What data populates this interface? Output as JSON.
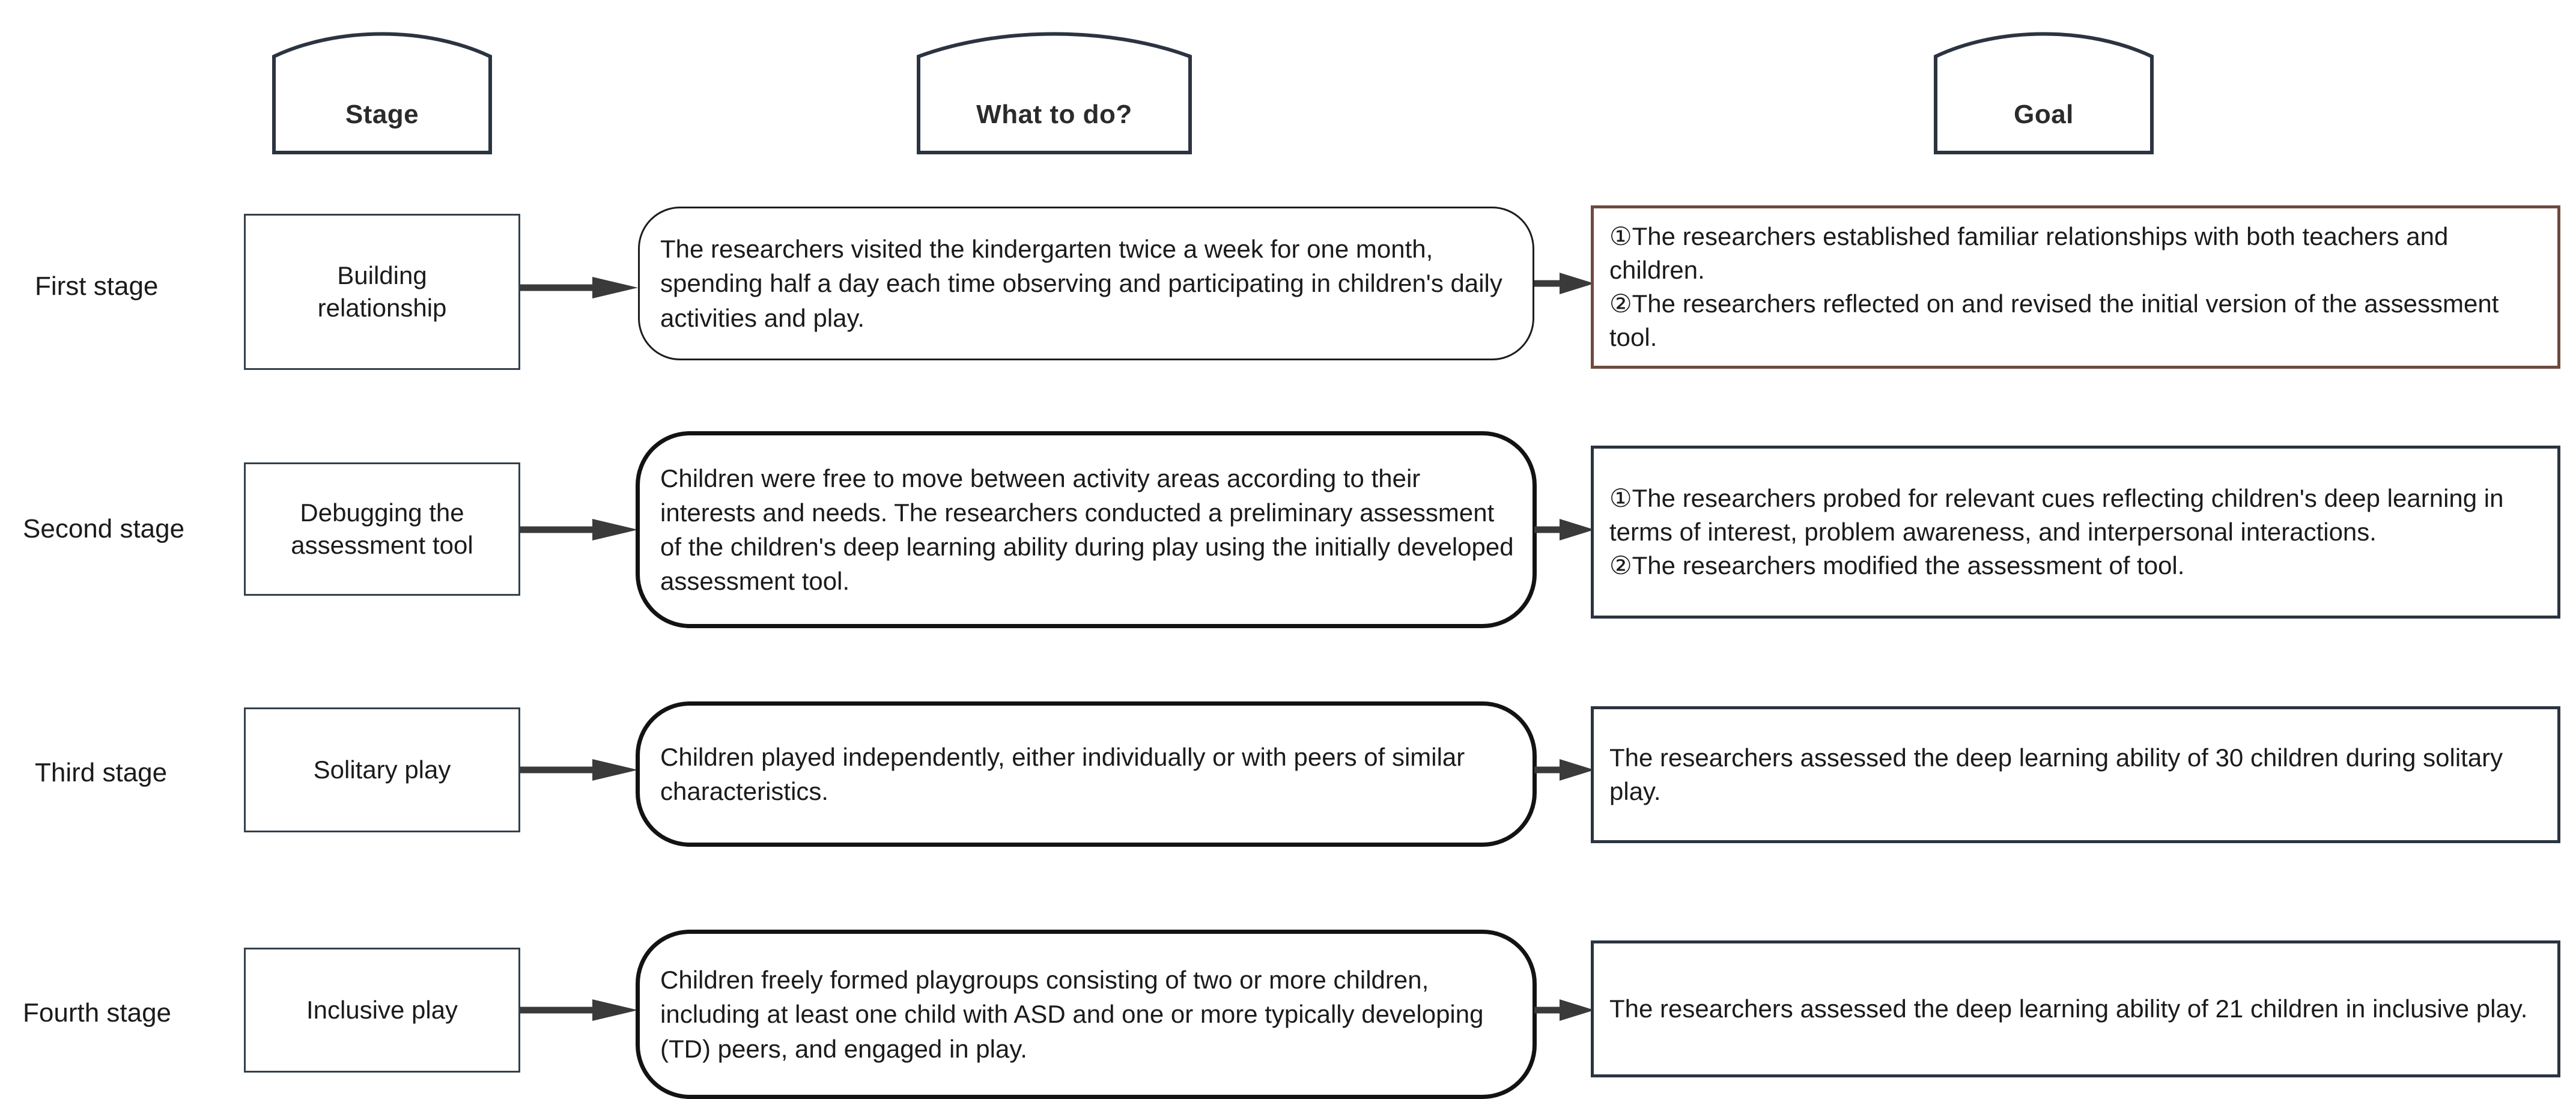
{
  "headers": [
    {
      "id": "stage",
      "label": "Stage"
    },
    {
      "id": "what-to-do",
      "label": "What to do?"
    },
    {
      "id": "goal",
      "label": "Goal"
    }
  ],
  "colors": {
    "stage_box_border": "#33404c",
    "todo_box_border": "#131313",
    "goal_border_first": "#6e4a40",
    "goal_border_default": "#2b3440",
    "arrow": "#3a3a3a",
    "text": "#1b1b1b",
    "background": "#ffffff"
  },
  "rows": [
    {
      "stage_label": "First stage",
      "stage_name": "Building\nrelationship",
      "what_to_do": "The researchers visited the kindergarten twice a week for one month, spending half a day each time observing and participating in children's daily activities and play.",
      "goal": "①The researchers established familiar relationships with both teachers and children.\n②The researchers reflected on and revised the initial version of the assessment tool.",
      "goal_border_color": "#6e4a40"
    },
    {
      "stage_label": "Second stage",
      "stage_name": "Debugging the\nassessment tool",
      "what_to_do": "Children were free to move between activity areas according to their interests and needs. The researchers conducted a preliminary assessment of the children's deep learning ability during play using the initially developed assessment tool.",
      "goal": "①The researchers probed for relevant cues reflecting children's deep learning in terms of interest, problem awareness, and interpersonal interactions.\n②The researchers modified the assessment of tool.",
      "goal_border_color": "#2b3440"
    },
    {
      "stage_label": "Third stage",
      "stage_name": "Solitary play",
      "what_to_do": "Children played independently, either individually or with peers of similar characteristics.",
      "goal": "The researchers assessed the deep learning ability of 30 children during solitary play.",
      "goal_border_color": "#2b3440"
    },
    {
      "stage_label": "Fourth stage",
      "stage_name": "Inclusive play",
      "what_to_do": "Children freely formed playgroups consisting of two or more children, including at least one child with ASD and one or more typically developing (TD) peers, and engaged in play.",
      "goal": "The researchers assessed the deep learning ability of 21 children in inclusive play.",
      "goal_border_color": "#2b3440"
    }
  ],
  "arrows": {
    "stage_to_todo_icon": "arrow-right-icon",
    "todo_to_goal_icon": "arrow-right-icon"
  }
}
